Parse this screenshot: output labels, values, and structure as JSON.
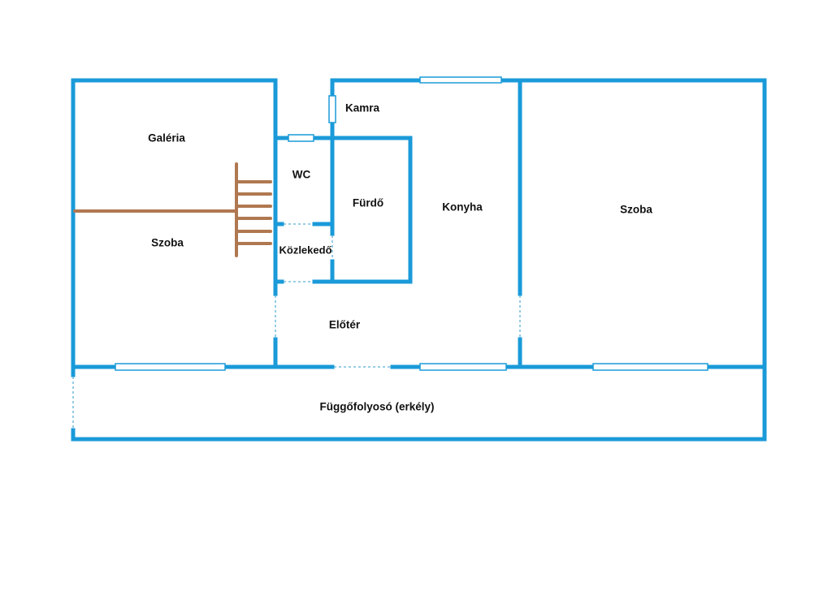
{
  "colors": {
    "wall": "#1a9ad9",
    "stairs": "#b07850"
  },
  "rooms": {
    "galeria": "Galéria",
    "szoba_left": "Szoba",
    "wc": "WC",
    "kamra": "Kamra",
    "furdo": "Fürdő",
    "kozlekedo": "Közlekedő",
    "konyha": "Konyha",
    "szoba_right": "Szoba",
    "eloter": "Előtér",
    "fuggofolyoso": "Függőfolyosó (erkély)"
  }
}
